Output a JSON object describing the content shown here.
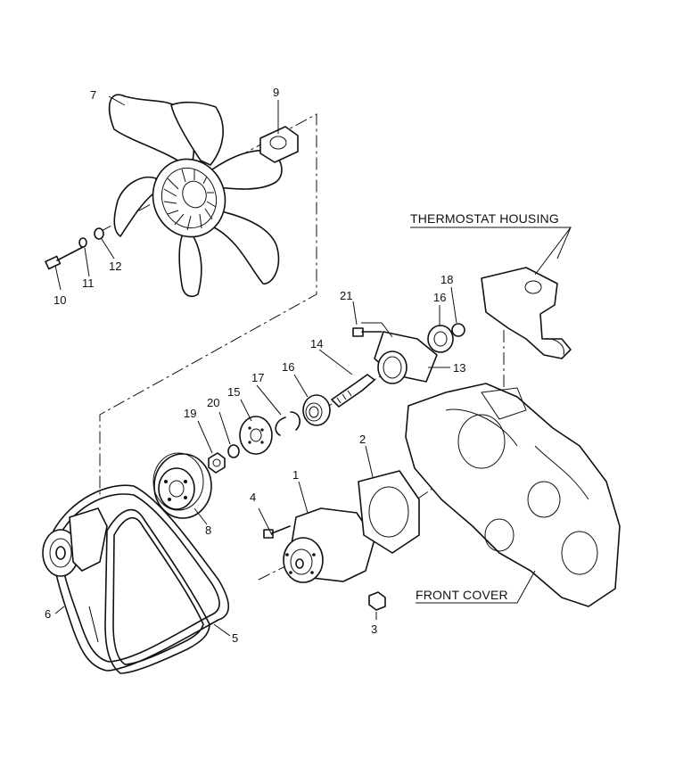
{
  "labels": {
    "thermostat_housing": "THERMOSTAT HOUSING",
    "front_cover": "FRONT COVER"
  },
  "callouts": {
    "c1": "1",
    "c2": "2",
    "c3": "3",
    "c4": "4",
    "c5": "5",
    "c6": "6",
    "c7": "7",
    "c8": "8",
    "c9": "9",
    "c10": "10",
    "c11": "11",
    "c12": "12",
    "c13": "13",
    "c14": "14",
    "c15": "15",
    "c16a": "16",
    "c16b": "16",
    "c17": "17",
    "c18": "18",
    "c19": "19",
    "c20": "20",
    "c21": "21"
  }
}
